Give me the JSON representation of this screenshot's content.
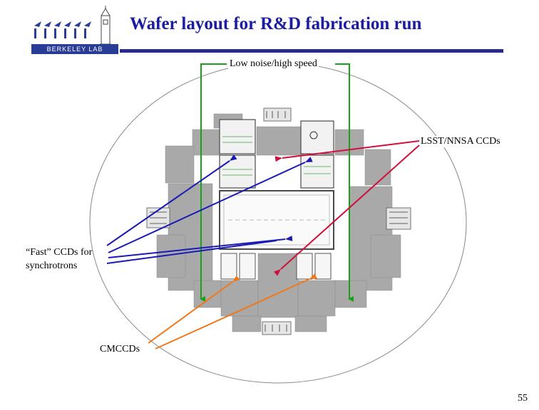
{
  "title": "Wafer layout for R&D fabrication run",
  "logo": {
    "text": "BERKELEY LAB"
  },
  "labels": {
    "low_noise": "Low noise/high speed",
    "lsst": "LSST/NNSA CCDs",
    "fast_line1": "“Fast” CCDs for",
    "fast_line2": "synchrotrons",
    "cmccd": "CMCCDs"
  },
  "colors": {
    "title": "#1c1ca0",
    "green_arrow": "#1aa01a",
    "red_arrow": "#d0103c",
    "blue_arrow": "#1a1ab4",
    "orange_arrow": "#f07818",
    "chip_gray": "#a9a9a9"
  },
  "page_number": "55"
}
